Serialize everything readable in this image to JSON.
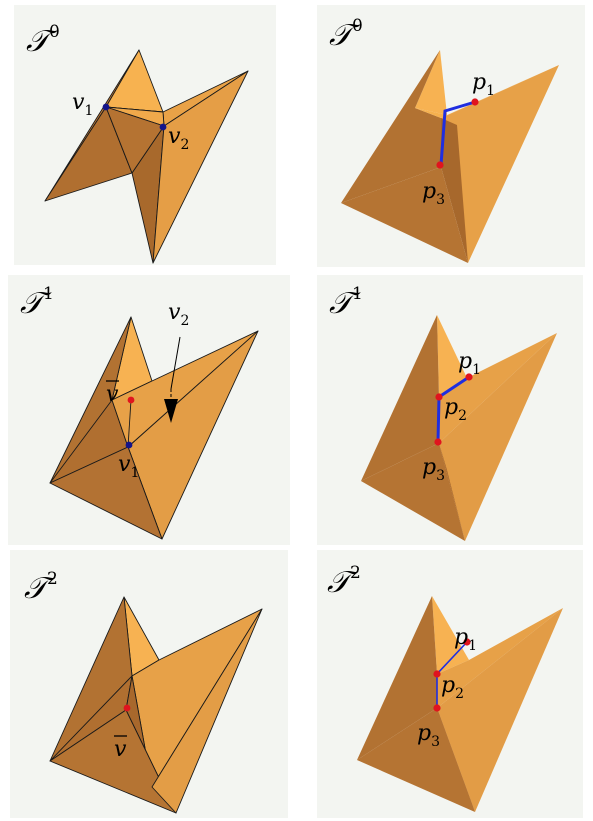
{
  "panels": [
    {
      "title": "𝒯",
      "sup": "0",
      "labels": {
        "v1": "v",
        "v1_sub": "1",
        "v2": "v",
        "v2_sub": "2"
      }
    },
    {
      "title": "𝒯",
      "sup": "0",
      "labels": {
        "p1": "p",
        "p1_sub": "1",
        "p3": "p",
        "p3_sub": "3"
      }
    },
    {
      "title": "𝒯",
      "sup": "1",
      "labels": {
        "vbar": "v",
        "v1": "v",
        "v1_sub": "1",
        "v2": "v",
        "v2_sub": "2"
      }
    },
    {
      "title": "𝒯",
      "sup": "1",
      "labels": {
        "p1": "p",
        "p1_sub": "1",
        "p2": "p",
        "p2_sub": "2",
        "p3": "p",
        "p3_sub": "3"
      }
    },
    {
      "title": "𝒯",
      "sup": "2",
      "labels": {
        "vbar": "v"
      }
    },
    {
      "title": "𝒯",
      "sup": "2",
      "labels": {
        "p1": "p",
        "p1_sub": "1",
        "p2": "p",
        "p2_sub": "2",
        "p3": "p",
        "p3_sub": "3"
      }
    }
  ],
  "colors": {
    "face_light": "#f5b050",
    "face_mid": "#e39a45",
    "face_dark": "#b27030",
    "face_darker": "#a8682c",
    "vertex_blue": "#14148a",
    "vertex_red": "#e0141e",
    "path_blue": "#1f2ee0"
  }
}
